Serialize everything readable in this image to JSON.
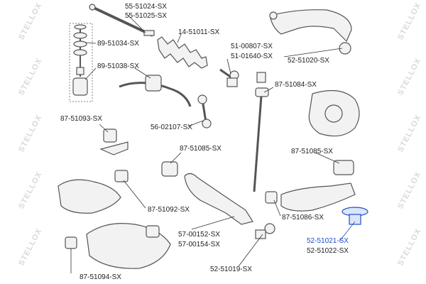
{
  "watermark": {
    "text": "STELLOX",
    "color": "#d9d9d9"
  },
  "parts": [
    {
      "id": "p1",
      "number": "55-51024-SX"
    },
    {
      "id": "p2",
      "number": "55-51025-SX"
    },
    {
      "id": "p3",
      "number": "14-51011-SX"
    },
    {
      "id": "p4",
      "number": "89-51034-SX"
    },
    {
      "id": "p5",
      "number": "89-51038-SX"
    },
    {
      "id": "p6",
      "number": "51-00807-SX"
    },
    {
      "id": "p7",
      "number": "51-01640-SX"
    },
    {
      "id": "p8",
      "number": "52-51020-SX"
    },
    {
      "id": "p9",
      "number": "87-51084-SX"
    },
    {
      "id": "p10",
      "number": "87-51093-SX"
    },
    {
      "id": "p11",
      "number": "56-02107-SX"
    },
    {
      "id": "p12",
      "number": "87-51085-SX"
    },
    {
      "id": "p13",
      "number": "87-51085-SX"
    },
    {
      "id": "p14",
      "number": "87-51092-SX"
    },
    {
      "id": "p15",
      "number": "87-51086-SX"
    },
    {
      "id": "p16",
      "number": "57-00152-SX"
    },
    {
      "id": "p17",
      "number": "57-00154-SX"
    },
    {
      "id": "p18",
      "number": "52-51021-SX",
      "selected": true
    },
    {
      "id": "p19",
      "number": "52-51022-SX"
    },
    {
      "id": "p20",
      "number": "52-51019-SX"
    },
    {
      "id": "p21",
      "number": "87-51094-SX"
    }
  ],
  "colors": {
    "line": "#333333",
    "part_fill": "#f2f2f2",
    "part_stroke": "#555555",
    "selected": "#1f4fc2"
  }
}
